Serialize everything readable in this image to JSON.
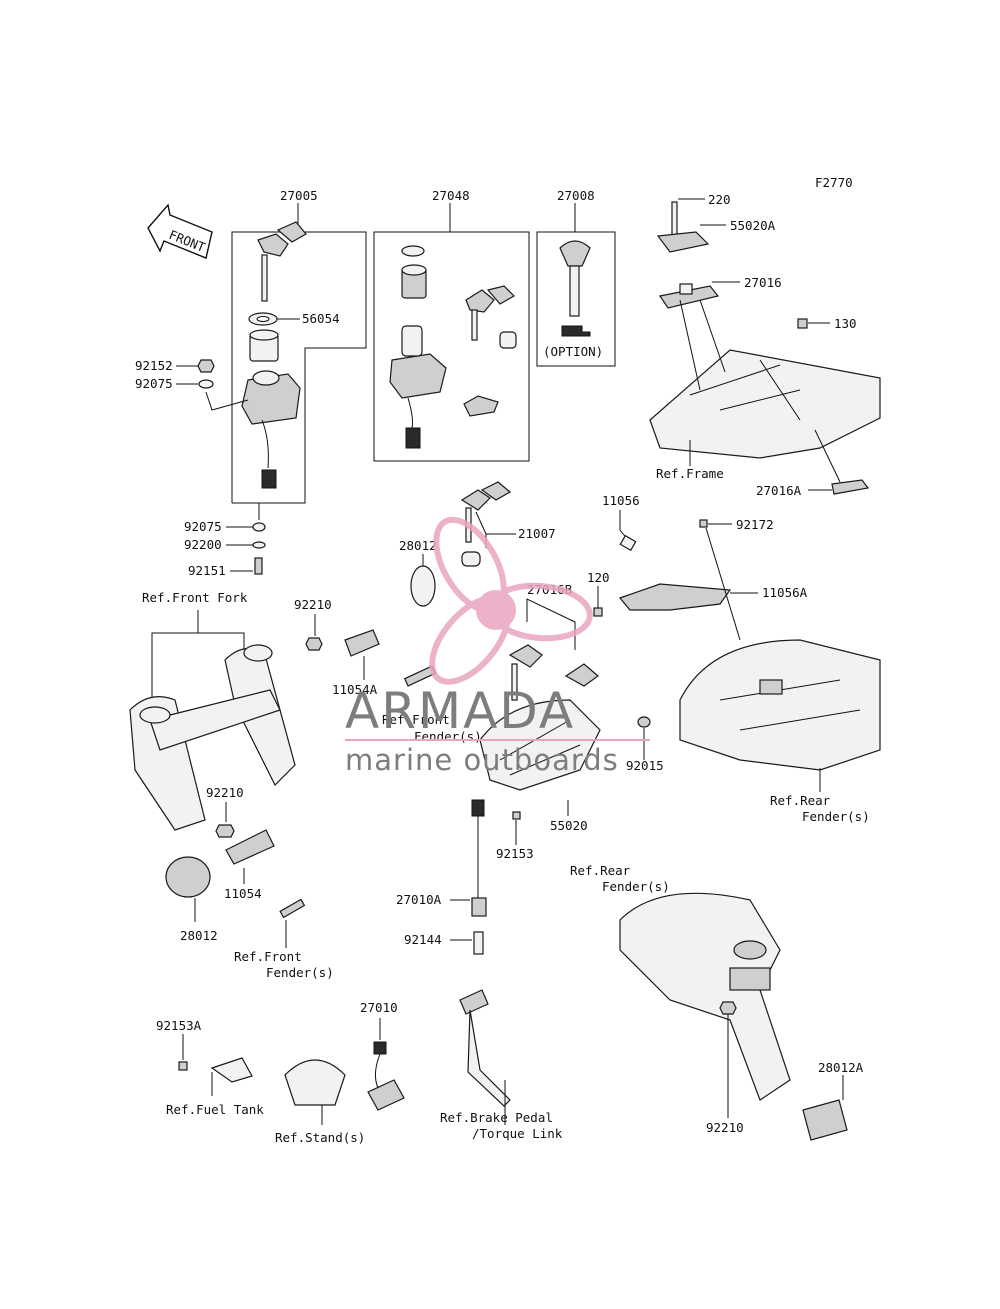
{
  "diagram_code": "F2770",
  "front_marker": "FRONT",
  "option_label": "(OPTION)",
  "watermark": {
    "brand": "ARMADA",
    "tagline": "marine outboards",
    "accent": "#e8a5c0",
    "text_color": "#7d7d7d"
  },
  "parts": {
    "p27005": "27005",
    "p27048": "27048",
    "p27008": "27008",
    "p220": "220",
    "p55020A": "55020A",
    "p27016": "27016",
    "p130": "130",
    "p27016A": "27016A",
    "p56054": "56054",
    "p92152": "92152",
    "p92075a": "92075",
    "p92075b": "92075",
    "p92200": "92200",
    "p92151": "92151",
    "p28012a": "28012",
    "p21007": "21007",
    "p11056": "11056",
    "p92172": "92172",
    "p120": "120",
    "p27016B": "27016B",
    "p11056A": "11056A",
    "p92210a": "92210",
    "p11054A": "11054A",
    "p92015": "92015",
    "p55020": "55020",
    "p92153": "92153",
    "p92210b": "92210",
    "p11054": "11054",
    "p28012b": "28012",
    "p27010A": "27010A",
    "p92144": "92144",
    "p92153A": "92153A",
    "p27010": "27010",
    "p28012A": "28012A",
    "p92210c": "92210"
  },
  "refs": {
    "frame": "Ref.Frame",
    "front_fork": "Ref.Front Fork",
    "front_fender_1a": "Ref.Front",
    "front_fender_1b": "Fender(s)",
    "front_fender_2a": "Ref.Front",
    "front_fender_2b": "Fender(s)",
    "rear_fender_1a": "Ref.Rear",
    "rear_fender_1b": "Fender(s)",
    "rear_fender_2a": "Ref.Rear",
    "rear_fender_2b": "Fender(s)",
    "fuel_tank": "Ref.Fuel Tank",
    "stands": "Ref.Stand(s)",
    "brake_a": "Ref.Brake Pedal",
    "brake_b": "/Torque Link"
  }
}
